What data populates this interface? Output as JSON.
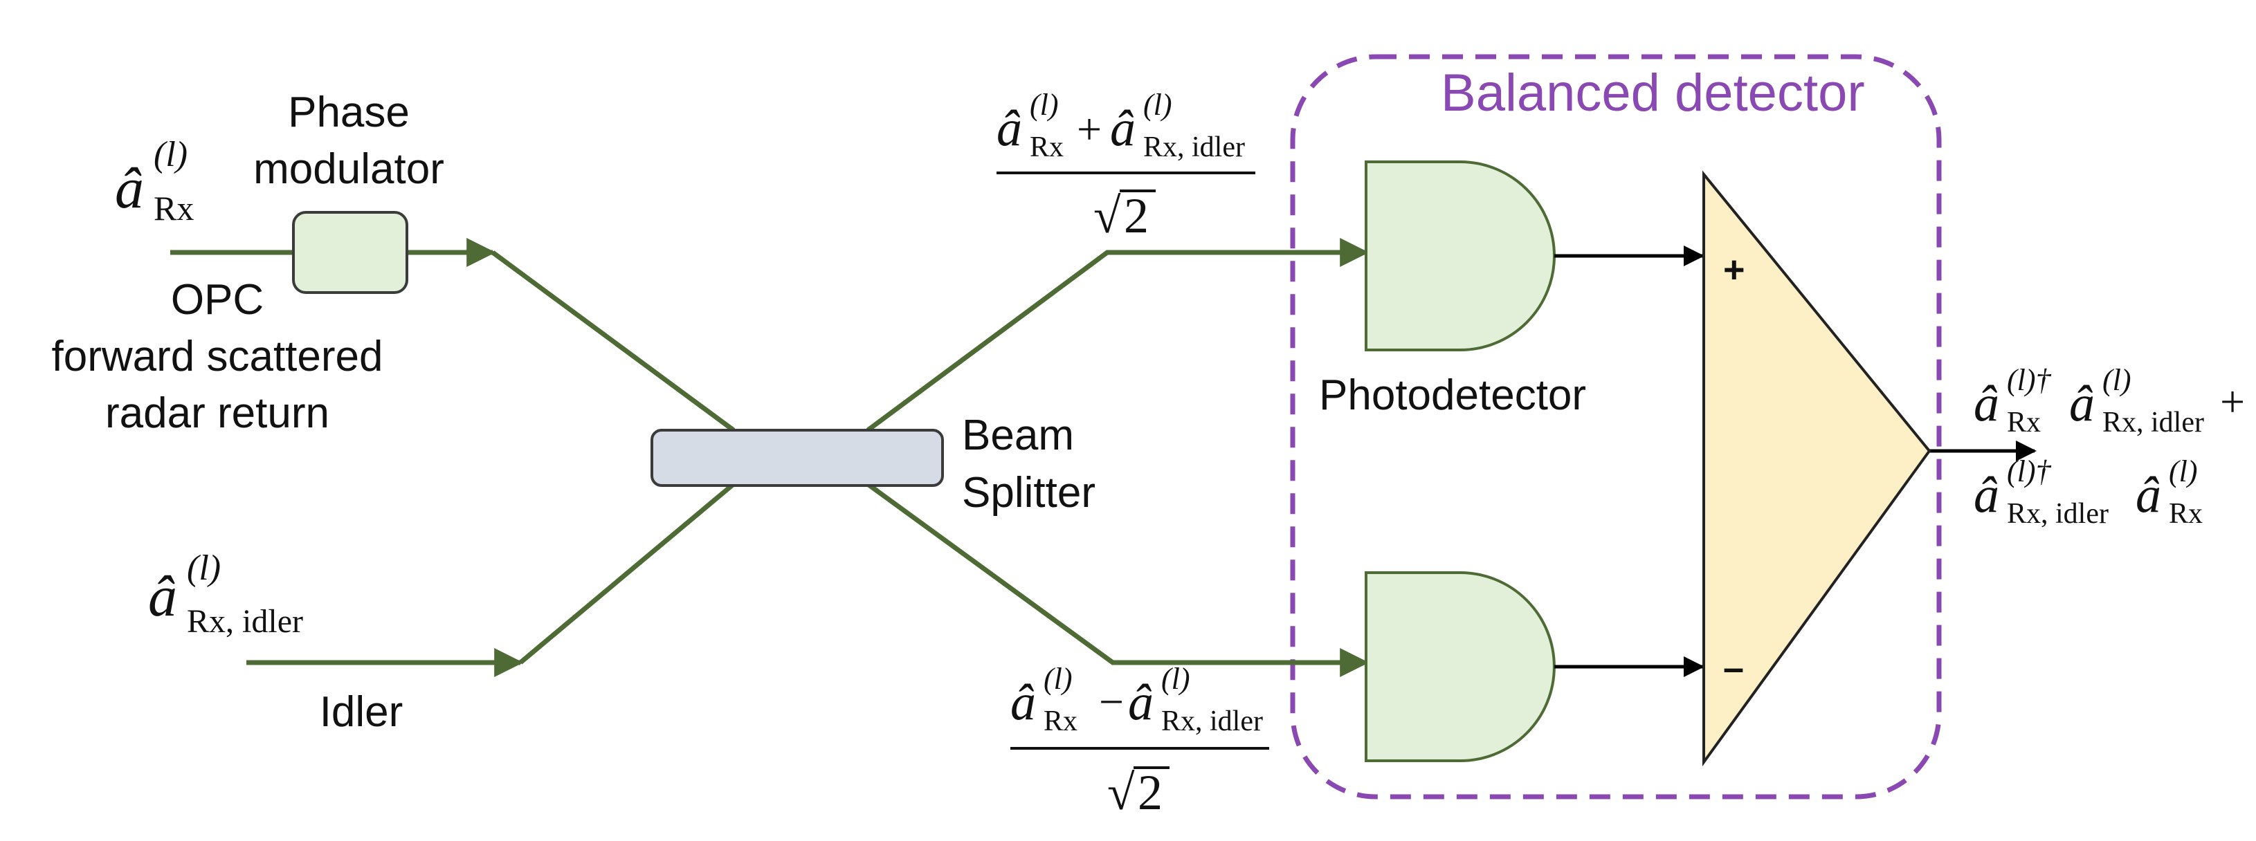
{
  "colors": {
    "fiber": "#4f6b35",
    "wire": "#000000",
    "component_fill": "#e2efd9",
    "component_stroke": "#4f6b35",
    "splitter_fill": "#d6dce5",
    "splitter_stroke": "#3b3b3b",
    "amplifier_fill": "#fdefc6",
    "amplifier_stroke": "#222222",
    "detector_box": "#8a49b2"
  },
  "labels": {
    "phase_modulator_line1": "Phase",
    "phase_modulator_line2": "modulator",
    "opc_line1": "OPC",
    "opc_line2": "forward scattered",
    "opc_line3": "radar return",
    "idler": "Idler",
    "beam_splitter_line1": "Beam",
    "beam_splitter_line2": "Splitter",
    "balanced_detector": "Balanced detector",
    "photodetector": "Photodetector",
    "plus_sign": "+",
    "minus_sign": "–"
  },
  "math": {
    "a_hat": "â",
    "superscript_l": "(l)",
    "superscript_l_dagger": "(l)†",
    "sub_rx": "Rx",
    "sub_rx_idler": "Rx, idler",
    "plus": "+",
    "minus": "−",
    "sqrt_sign": "√",
    "sqrt_arg": "2",
    "trailing_plus": "+"
  },
  "icons": {
    "phase_modulator": "rounded-rectangle",
    "beam_splitter": "rounded-rectangle",
    "photodetector": "d-shape",
    "amplifier": "triangle"
  }
}
